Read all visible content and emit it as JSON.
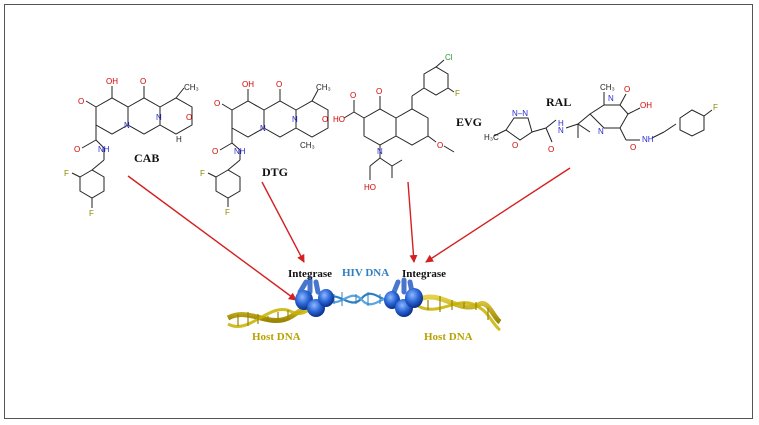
{
  "drugs": [
    {
      "label": "CAB"
    },
    {
      "label": "DTG"
    },
    {
      "label": "EVG"
    },
    {
      "label": "RAL"
    }
  ],
  "targets": {
    "left_integrase": "Integrase",
    "right_integrase": "Integrase"
  },
  "dna": {
    "hiv": "HIV DNA",
    "host_left": "Host DNA",
    "host_right": "Host DNA"
  },
  "colors": {
    "arrow": "#d42020",
    "host_dna": "#b9a200",
    "hiv_dna": "#2f7fc0",
    "integrase": "#1a55c0",
    "oxygen": "#d40000",
    "nitrogen": "#2a2ad0",
    "fluorine": "#8a8a00",
    "chlorine": "#2a9a2a"
  }
}
